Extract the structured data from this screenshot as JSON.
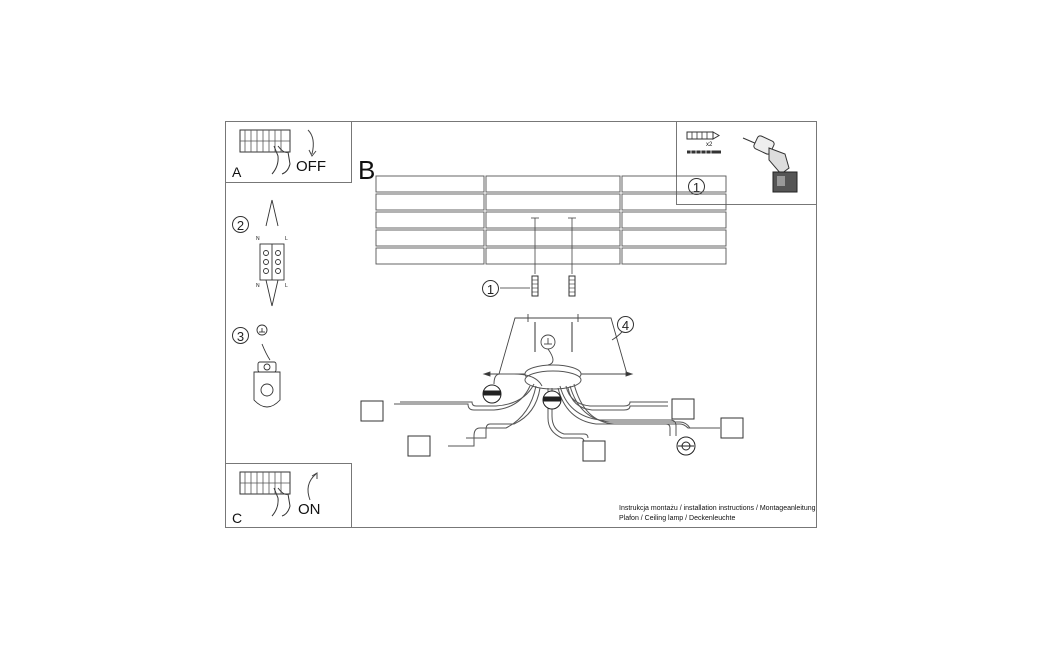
{
  "panel_a": {
    "letter": "A",
    "action": "OFF"
  },
  "panel_c": {
    "letter": "C",
    "action": "ON"
  },
  "panel_b": {
    "letter": "B"
  },
  "steps": {
    "one": "1",
    "two": "2",
    "three": "3",
    "four": "4",
    "tools_step": "1"
  },
  "wires": {
    "n_top": "N",
    "l_top": "L",
    "n_bottom": "N",
    "l_bottom": "L"
  },
  "tools": {
    "anchor_count": "x2",
    "items": [
      "wall-plug-icon",
      "screw-icon",
      "drill-icon"
    ]
  },
  "caption": {
    "line1": "Instrukcja montażu / installation instructions / Montageanleitung",
    "line2": "Plafon / Ceiling lamp / Deckenleuchte"
  }
}
